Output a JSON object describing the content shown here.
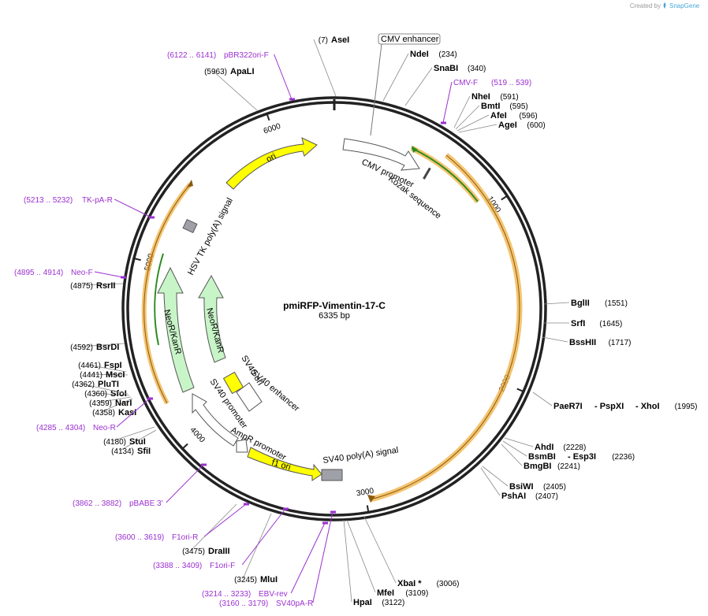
{
  "credit": {
    "prefix": "Created by",
    "brand": "SnapGene"
  },
  "plasmid": {
    "name": "pmiRFP-Vimentin-17-C",
    "length_label": "6335 bp"
  },
  "ticks": [
    "1000",
    "2000",
    "3000",
    "4000",
    "5000",
    "6000"
  ],
  "enzymes": [
    {
      "name": "AseI",
      "pos": "(7)"
    },
    {
      "name": "NdeI",
      "pos": "(234)"
    },
    {
      "name": "SnaBI",
      "pos": "(340)"
    },
    {
      "name": "NheI",
      "pos": "(591)"
    },
    {
      "name": "BmtI",
      "pos": "(595)"
    },
    {
      "name": "AfeI",
      "pos": "(596)"
    },
    {
      "name": "AgeI",
      "pos": "(600)"
    },
    {
      "name": "BglII",
      "pos": "(1551)"
    },
    {
      "name": "SrfI",
      "pos": "(1645)"
    },
    {
      "name": "BssHII",
      "pos": "(1717)"
    },
    {
      "name": "PaeR7I",
      "pos": ""
    },
    {
      "name": "- PspXI",
      "pos": ""
    },
    {
      "name": "- XhoI",
      "pos": "(1995)"
    },
    {
      "name": "AhdI",
      "pos": "(2228)"
    },
    {
      "name": "BsmBI",
      "pos": ""
    },
    {
      "name": "- Esp3I",
      "pos": "(2236)"
    },
    {
      "name": "BmgBI",
      "pos": "(2241)"
    },
    {
      "name": "BsiWI",
      "pos": "(2405)"
    },
    {
      "name": "PshAI",
      "pos": "(2407)"
    },
    {
      "name": "XbaI *",
      "pos": "(3006)"
    },
    {
      "name": "MfeI",
      "pos": "(3109)"
    },
    {
      "name": "HpaI",
      "pos": "(3122)"
    },
    {
      "name": "MluI",
      "pos": "(3245)"
    },
    {
      "name": "DraIII",
      "pos": "(3475)"
    },
    {
      "name": "SfiI",
      "pos": "(4134)"
    },
    {
      "name": "StuI",
      "pos": "(4180)"
    },
    {
      "name": "KasI",
      "pos": "(4358)"
    },
    {
      "name": "NarI",
      "pos": "(4359)"
    },
    {
      "name": "SfoI",
      "pos": "(4360)"
    },
    {
      "name": "PluTI",
      "pos": "(4362)"
    },
    {
      "name": "MscI",
      "pos": "(4441)"
    },
    {
      "name": "FspI",
      "pos": "(4461)"
    },
    {
      "name": "BsrDI",
      "pos": "(4592)"
    },
    {
      "name": "RsrII",
      "pos": "(4875)"
    },
    {
      "name": "ApaLI",
      "pos": "(5963)"
    }
  ],
  "primers": [
    {
      "name": "pBR322ori-F",
      "range": "(6122 .. 6141)"
    },
    {
      "name": "CMV-F",
      "range": "(519 .. 539)"
    },
    {
      "name": "TK-pA-R",
      "range": "(5213 .. 5232)"
    },
    {
      "name": "Neo-F",
      "range": "(4895 .. 4914)"
    },
    {
      "name": "Neo-R",
      "range": "(4285 .. 4304)"
    },
    {
      "name": "pBABE 3'",
      "range": "(3862 .. 3882)"
    },
    {
      "name": "F1ori-R",
      "range": "(3600 .. 3619)"
    },
    {
      "name": "F1ori-F",
      "range": "(3388 .. 3409)"
    },
    {
      "name": "EBV-rev",
      "range": "(3214 .. 3233)"
    },
    {
      "name": "SV40pA-R",
      "range": "(3160 .. 3179)"
    }
  ],
  "features": {
    "cmv_enhancer": "CMV enhancer",
    "cmv_promoter": "CMV promoter",
    "kozak": "Kozak sequence",
    "ori": "ori",
    "hsv_tk": "HSV TK poly(A) signal",
    "neokan_outer": "NeoR/KanR",
    "neokan_inner": "NeoR/KanR",
    "sv40_ori": "SV40 ori",
    "sv40_enh": "SV40 enhancer",
    "sv40_prom": "SV40 promoter",
    "ampr_prom": "AmpR promoter",
    "f1_ori": "f1 ori",
    "sv40_polya": "SV40 poly(A) signal"
  },
  "colors": {
    "backbone": "#222222",
    "primer": "#9b30d0",
    "ori_yellow": "#ffff00",
    "marker_green": "#c8f5c8",
    "orf_orange": "#f0a830",
    "grey_feature": "#a0a0a8"
  }
}
